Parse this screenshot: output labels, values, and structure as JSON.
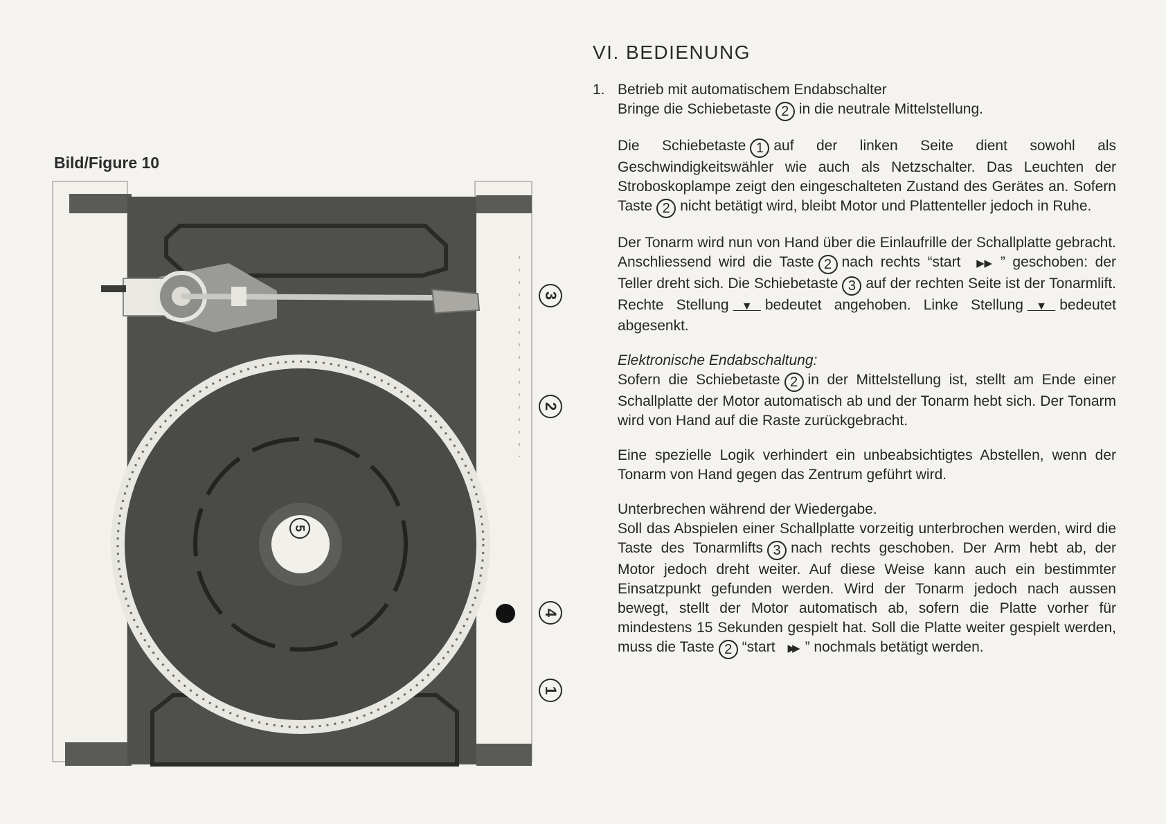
{
  "figure": {
    "caption": "Bild/Figure 10",
    "callouts": [
      "3",
      "2",
      "4",
      "1"
    ],
    "platter_label": "5"
  },
  "section": {
    "title": "VI. BEDIENUNG",
    "item_number": "1.",
    "item_title": "Betrieb mit automatischem Endabschalter",
    "p0": {
      "a": "Bringe die Schiebetaste",
      "n1": "2",
      "b": "in die neutrale Mittelstellung."
    },
    "p1": {
      "a": "Die Schiebetaste",
      "n1": "1",
      "b": "auf der linken Seite dient sowohl als Geschwindigkeitswähler wie auch als Netzschalter. Das Leuchten der Stroboskoplampe zeigt den eingeschalteten Zustand des Gerätes an. Sofern Taste",
      "n2": "2",
      "c": "nicht betätigt wird, bleibt Motor und Plattenteller jedoch in Ruhe."
    },
    "p2": {
      "a": "Der Tonarm wird nun von Hand über die Einlaufrille der Schallplatte gebracht. Anschliessend wird die Taste",
      "n1": "2",
      "b": "nach rechts “start",
      "ff": "▶▶",
      "c": "” geschoben: der Teller dreht sich. Die Schiebetaste",
      "n2": "3",
      "d": "auf der rechten Seite ist der Tonarmlift. Rechte Stellung",
      "sym1": "▼",
      "e": "bedeutet angehoben. Linke Stellung",
      "sym2": "▼",
      "f": "bedeutet abgesenkt."
    },
    "p3": {
      "heading": "Elektronische Endabschaltung:",
      "a": "Sofern die Schiebetaste",
      "n1": "2",
      "b": "in der Mittelstellung ist, stellt am Ende einer Schallplatte der Motor automatisch ab und der Tonarm hebt sich. Der Tonarm wird von Hand auf die Raste zurückgebracht."
    },
    "p4": {
      "a": "Eine spezielle Logik verhindert ein unbeabsichtigtes Abstellen, wenn der Tonarm von Hand gegen das Zentrum geführt wird."
    },
    "p5": {
      "heading": "Unterbrechen während der Wiedergabe.",
      "a": "Soll das Abspielen einer Schallplatte vorzeitig unterbrochen werden, wird die Taste des Tonarmlifts",
      "n1": "3",
      "b": "nach rechts geschoben. Der Arm hebt ab, der Motor jedoch dreht weiter. Auf diese Weise kann auch ein bestimmter Einsatzpunkt gefunden werden. Wird der Tonarm jedoch nach aussen bewegt, stellt der Motor automatisch ab, sofern die Platte vorher für mindestens 15 Sekunden gespielt hat. Soll die Platte weiter gespielt werden, muss die Taste",
      "n2": "2",
      "c": "“start",
      "ff": "▶▶",
      "d": "” nochmals betätigt werden."
    }
  }
}
